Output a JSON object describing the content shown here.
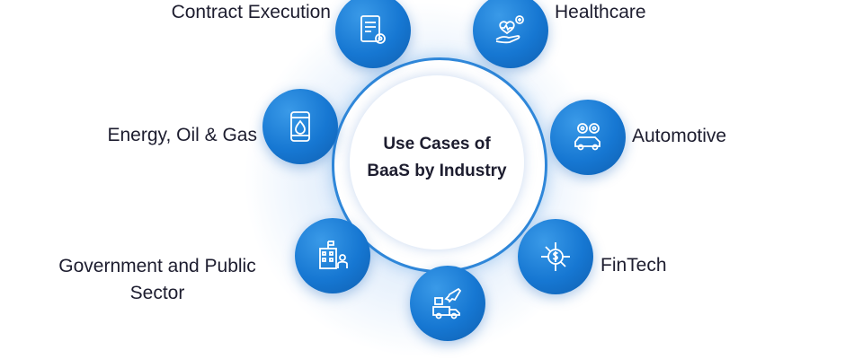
{
  "center": {
    "title_line1": "Use Cases of",
    "title_line2": "BaaS by Industry"
  },
  "industries": [
    {
      "label": "Contract Execution",
      "icon": "contract-gear-icon"
    },
    {
      "label": "Healthcare",
      "icon": "heart-hand-icon"
    },
    {
      "label": "Energy, Oil & Gas",
      "icon": "oil-barrel-icon"
    },
    {
      "label": "Automotive",
      "icon": "car-gear-icon"
    },
    {
      "label": "Government and Public Sector",
      "icon": "government-building-icon"
    },
    {
      "label": "FinTech",
      "icon": "dollar-circuit-icon"
    },
    {
      "label": "",
      "icon": "logistics-plane-truck-icon"
    }
  ],
  "colors": {
    "accent": "#1677d2",
    "ring": "#2f87d9",
    "text": "#1d1d2f"
  }
}
